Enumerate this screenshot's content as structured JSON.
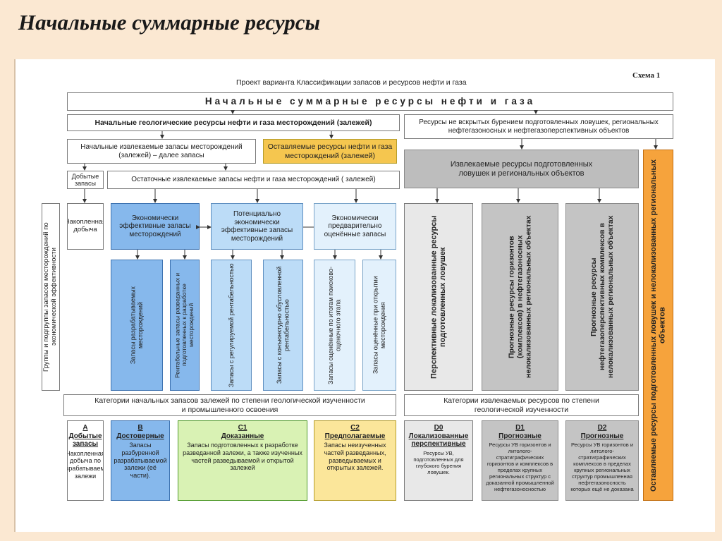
{
  "slide_title": "Начальные суммарные ресурсы",
  "header": {
    "project_title": "Проект варианта Классификации запасов и ресурсов нефти и газа",
    "scheme_label": "Схема 1"
  },
  "top_box": "Начальные суммарные ресурсы нефти и газа",
  "left": {
    "geo_resources": "Начальные геологические ресурсы нефти и газа месторождений (залежей)",
    "recoverable_reserves": "Начальные извлекаемые запасы месторождений (залежей) – далее запасы",
    "left_resources": "Оставляемые ресурсы нефти и газа месторождений (залежей)",
    "produced_reserves": "Добытые запасы",
    "residual_reserves": "Остаточные извлекаемые запасы нефти и газа месторождений ( залежей)",
    "groups_vertical": "Группы и подгруппы запасов месторождений по экономической эффективности",
    "accumulated": "Накопленная добыча",
    "eco_effective": "Экономически эффективные запасы месторождений",
    "potential_effective": "Потенциально экономически эффективные запасы месторождений",
    "eco_estimated": "Экономически предварительно оценённые запасы",
    "sub1": "Запасы разрабатываемых месторождений",
    "sub2": "Рентабельные запасы разведанных и подготовленных к разработке месторождений",
    "sub3": "Запасы с регулируемой рентабельностью",
    "sub4": "Запасы с конъюнктурно обусловленной рентабельностью",
    "sub5": "Запасы оценённые по итогам поисково-оценочного этапа",
    "sub6": "Запасы оценённые при открытии месторождения",
    "categories_title": "Категории начальных запасов залежей по степени геологической изученности и промышленного освоения"
  },
  "right": {
    "undrilled": "Ресурсы не вскрытых бурением подготовленных ловушек, региональных нефтегазоносных и нефтегазоперспективных объектов",
    "recoverable_resources": "Извлекаемые ресурсы подготовленных ловушек и региональных объектов",
    "left_vertical": "Оставляемые ресурсы подготовленных ловушек и нелокализованных региональных объектов",
    "perspective": "Перспективные локализованные ресурсы подготовленных ловушек",
    "forecast1": "Прогнозные ресурсы горизонтов (комплексов) в нефтегазоносных нелокализованных региональных объектах",
    "forecast2": "Прогнозные ресурсы нефтегазоперспективных комплексов в нелокализованных региональных объектах",
    "categories_title": "Категории извлекаемых ресурсов по степени геологической изученности"
  },
  "categories": [
    {
      "code": "A",
      "name": "Добытые запасы",
      "desc": "Накопленная добыча по разрабатываемой залежи"
    },
    {
      "code": "B",
      "name": "Достоверные",
      "desc": "Запасы разбуренной разрабатываемой залежи (её части)."
    },
    {
      "code": "C1",
      "name": "Доказанные",
      "desc": "Запасы подготовленных к разработке разведанной залежи, а также изученных частей разведываемой и открытой залежей"
    },
    {
      "code": "C2",
      "name": "Предполагаемые",
      "desc": "Запасы неизученных частей разведанных, разведываемых и открытых залежей."
    },
    {
      "code": "D0",
      "name": "Локализованные перспективные",
      "desc": "Ресурсы УВ, подготовленных для глубокого бурения ловушек."
    },
    {
      "code": "D1",
      "name": "Прогнозные",
      "desc": "Ресурсы УВ горизонтов и литолого-стратиграфических горизонтов и комплексов в пределах крупных региональных структур с доказанной промышленной нефтегазоносностью"
    },
    {
      "code": "D2",
      "name": "Прогнозные",
      "desc": "Ресурсы УВ горизонтов и литолого-стратиграфических комплексов в пределах крупных региональных структур промышленная нефтегазоносность которых ещё не доказана"
    }
  ],
  "colors": {
    "background": "#fbe8d2",
    "blue": "#86b8ec",
    "light_blue": "#bcdcf7",
    "green": "#d9f2b4",
    "yellow": "#fbe69a",
    "orange": "#f6a33c",
    "gray": "#bdbdbd"
  }
}
